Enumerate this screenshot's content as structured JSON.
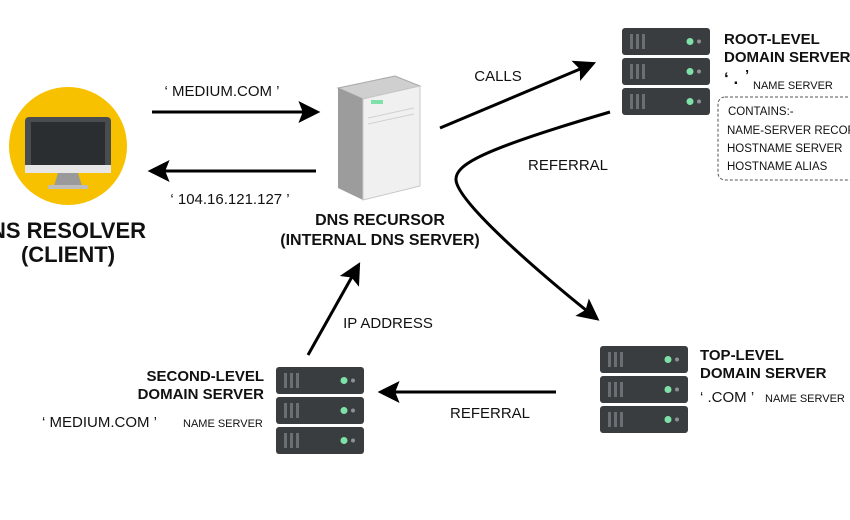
{
  "colors": {
    "server_dark": "#3a3d40",
    "server_mid": "#55595d",
    "server_light": "#6b6f73",
    "led_green": "#7ee2a8",
    "monitor_circle": "#f7c100",
    "arrow": "#000000"
  },
  "client": {
    "icon": "monitor-icon",
    "label_line1": "NS RESOLVER",
    "label_line2": "(CLIENT)"
  },
  "recursor": {
    "icon": "server-tower-icon",
    "label_line1": "DNS RECURSOR",
    "label_line2": "(INTERNAL DNS SERVER)"
  },
  "root_server": {
    "icon": "server-rack-icon",
    "title_line1": "ROOT-LEVEL",
    "title_line2": "DOMAIN SERVER",
    "quote_open": "‘ .",
    "quote_close": "’",
    "name_server": "NAME SERVER",
    "contains": {
      "title": "CONTAINS:-",
      "items": [
        "NAME-SERVER RECORD",
        "HOSTNAME SERVER",
        "HOSTNAME ALIAS"
      ]
    }
  },
  "tld_server": {
    "icon": "server-rack-icon",
    "title_line1": "TOP-LEVEL",
    "title_line2": "DOMAIN SERVER",
    "domain": "‘ .COM ’",
    "name_server": "NAME SERVER"
  },
  "sld_server": {
    "icon": "server-rack-icon",
    "title_line1": "SECOND-LEVEL",
    "title_line2": "DOMAIN SERVER",
    "domain": "‘ MEDIUM.COM ’",
    "name_server": "NAME SERVER"
  },
  "arrows": {
    "query": "‘ MEDIUM.COM ’",
    "answer": "‘ 104.16.121.127 ’",
    "calls": "CALLS",
    "referral_root": "REFERRAL",
    "referral_tld": "REFERRAL",
    "ip_address": "IP ADDRESS"
  }
}
